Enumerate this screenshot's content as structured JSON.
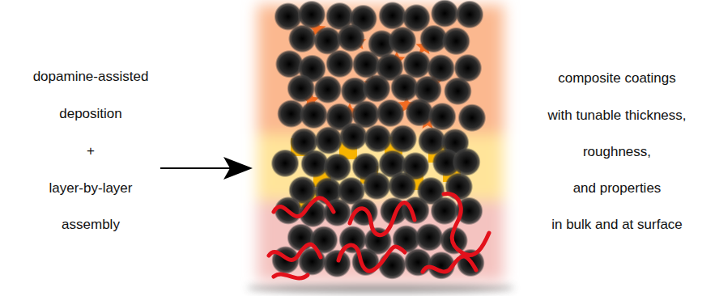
{
  "diagram": {
    "labels": [
      "dopamine-assisted",
      "deposition",
      "+",
      "layer-by-layer",
      "assembly",
      "composite coatings",
      "with tunable thickness,",
      "roughness,",
      "and properties",
      "in bulk and at surface"
    ]
  }
}
